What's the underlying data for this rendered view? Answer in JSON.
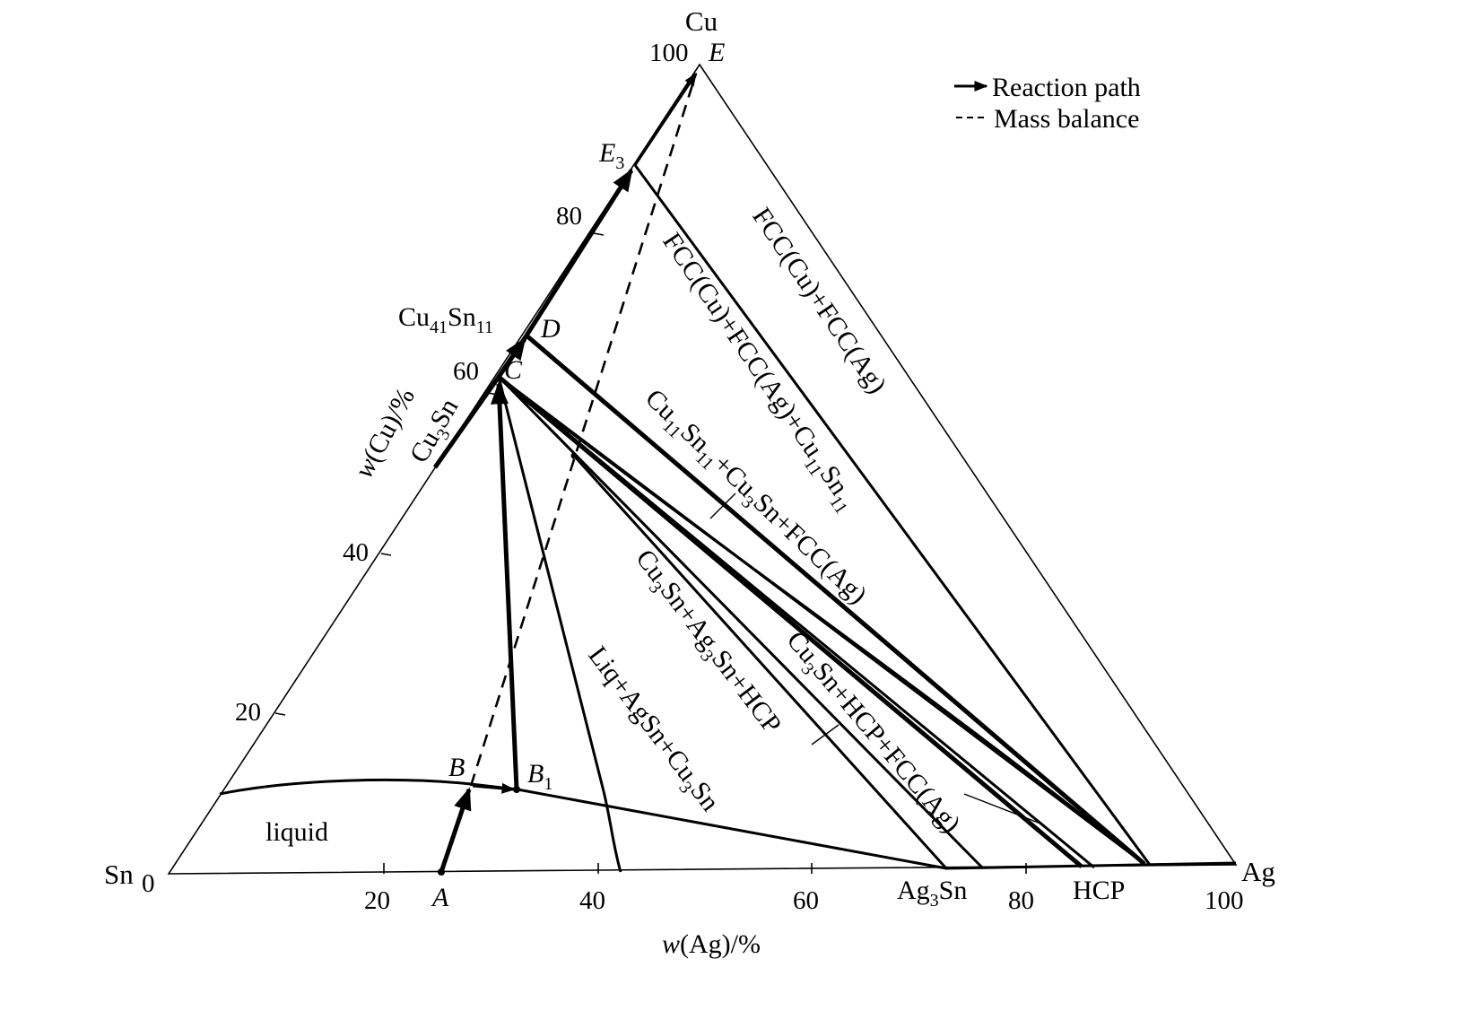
{
  "corners": {
    "top": "Cu",
    "left": "Sn",
    "right": "Ag"
  },
  "axes": {
    "left_label_prefix": "w",
    "left_label_rest": "(Cu)/%",
    "bottom_label_prefix": "w",
    "bottom_label_rest": "(Ag)/%"
  },
  "ticks": {
    "bottom": [
      "0",
      "20",
      "40",
      "60",
      "80",
      "100"
    ],
    "left": [
      "20",
      "40",
      "60",
      "80",
      "100"
    ]
  },
  "legend": {
    "reaction_path": "Reaction path",
    "mass_balance": "Mass balance"
  },
  "points": {
    "A": "A",
    "B": "B",
    "B1": "B",
    "B1_sub": "1",
    "C": "C",
    "D": "D",
    "E": "E",
    "E3": "E",
    "E3_sub": "3"
  },
  "phases": {
    "cu41sn11": {
      "t1": "Cu",
      "s1": "41",
      "t2": "Sn",
      "s2": "11"
    },
    "cu3sn": {
      "t1": "Cu",
      "s1": "3",
      "t2": "Sn"
    },
    "ag3sn": {
      "t1": "Ag",
      "s1": "3",
      "t2": "Sn"
    },
    "hcp": "HCP"
  },
  "regions": {
    "liquid": "liquid",
    "fcc_cu_fcc_ag": "FCC(Cu)+FCC(Ag)",
    "fcc_fcc_cu11sn11": {
      "t1": "FCC(Cu)+FCC(Ag)+Cu",
      "s1": "11",
      "t2": "Sn",
      "s2": "11"
    },
    "cu11sn11_cu3sn_fcc": {
      "t1": "Cu",
      "s1": "11",
      "t2": "Sn",
      "s2": "11",
      "t3": "+Cu",
      "s3": "3",
      "t4": "Sn+FCC(Ag)"
    },
    "cu3sn_ag3sn_hcp": {
      "t1": "Cu",
      "s1": "3",
      "t2": "Sn+Ag",
      "s2": "3",
      "t3": "Sn+HCP"
    },
    "cu3sn_hcp_fcc": {
      "t1": "Cu",
      "s1": "3",
      "t2": "Sn+HCP+FCC(Ag)"
    },
    "liq_agsn_cu3sn": {
      "t1": "Liq+AgSn+Cu",
      "s1": "3",
      "t2": "Sn"
    }
  },
  "colors": {
    "ink": "#000000",
    "paper": "#ffffff"
  }
}
